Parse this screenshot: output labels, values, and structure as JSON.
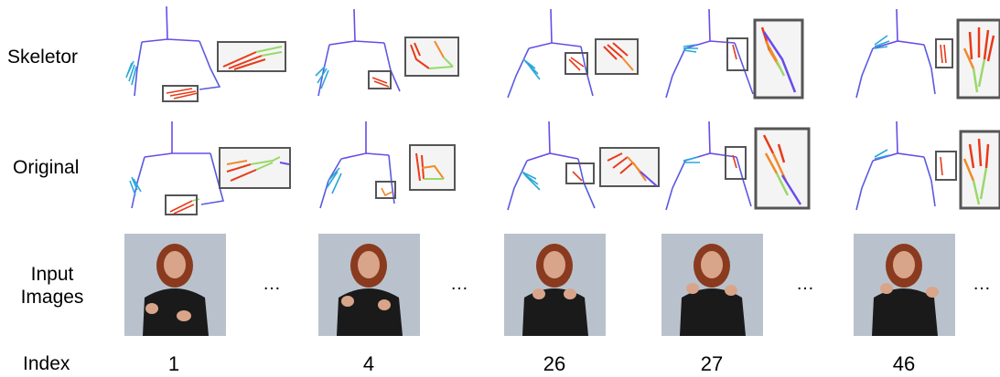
{
  "rows": {
    "skeleton": "Skeletor",
    "original": "Original",
    "input_line1": "Input",
    "input_line2": "Images",
    "index": "Index"
  },
  "ellipsis": "…",
  "frames": [
    {
      "index": "1"
    },
    {
      "index": "4"
    },
    {
      "index": "26"
    },
    {
      "index": "27"
    },
    {
      "index": "46"
    }
  ],
  "colors": {
    "torso": "#6a4be8",
    "arm": "#5a5ae0",
    "hand_left": "#2aa8d8",
    "hand_right_a": "#e83a1a",
    "hand_right_b": "#f08a2a",
    "hand_right_c": "#9ad86a",
    "box": "#555555",
    "jacket": "#1a1a1a",
    "skin": "#d9a58a",
    "hair": "#8a3a1e",
    "backdrop": "#b9c2cc"
  }
}
